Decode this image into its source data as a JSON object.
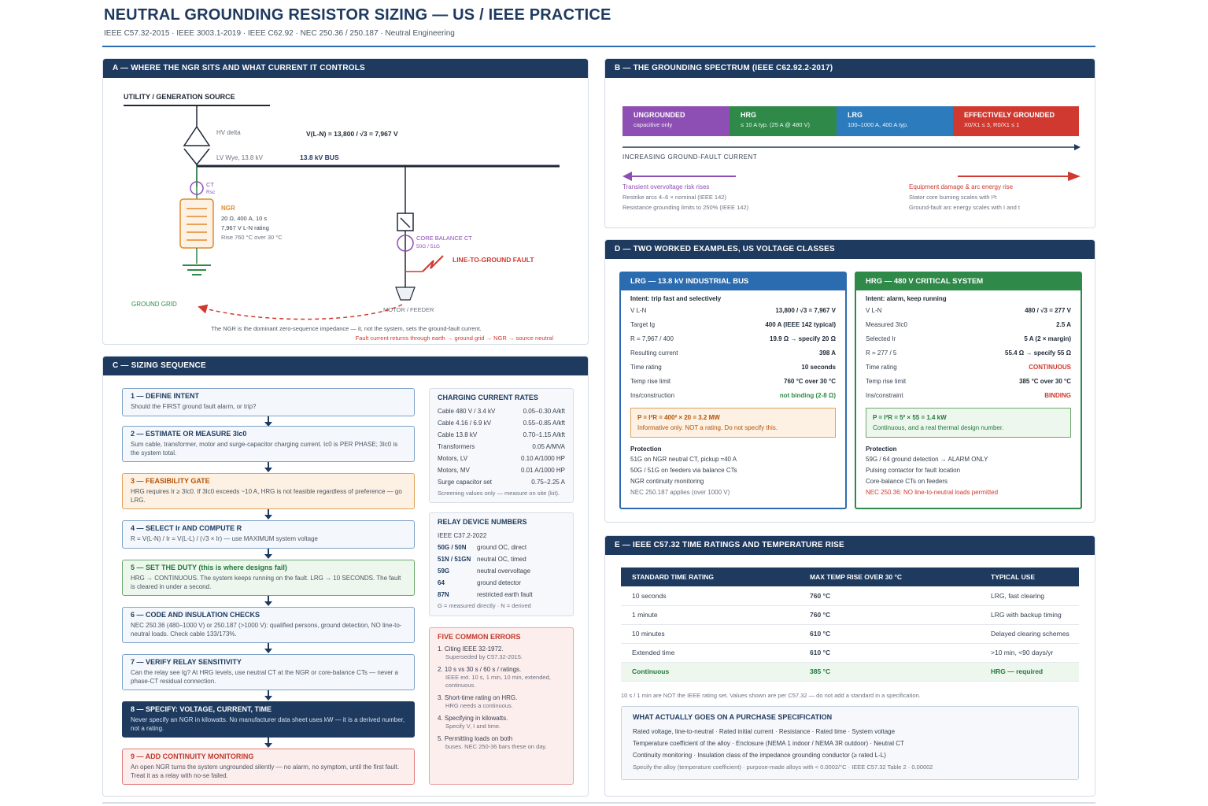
{
  "header": {
    "title": "NEUTRAL GROUNDING RESISTOR SIZING — US / IEEE PRACTICE",
    "subtitle": "IEEE C57.32-2015 · IEEE 3003.1-2019 · IEEE C62.92 · NEC 250.36 / 250.187 · Neutral Engineering"
  },
  "panel_a": {
    "title": "A — WHERE THE NGR SITS AND WHAT CURRENT IT CONTROLS",
    "source_label": "UTILITY / GENERATION SOURCE",
    "hv_label": "HV delta",
    "lv_label": "LV Wye, 13.8 kV",
    "voltage_eq": "V(L-N) = 13,800 / √3 = 7,967 V",
    "bus_label": "13.8 kV BUS",
    "ct_label": "CT",
    "ct_sub": "Rsc",
    "ngr_label": "NGR",
    "ngr_l1": "20 Ω, 400 A, 10 s",
    "ngr_l2": "7,967 V L-N rating",
    "ngr_l3": "Rise 760 °C over 30 °C",
    "cbct_label": "CORE BALANCE CT",
    "cbct_sub": "50G / 51G",
    "fault_label": "LINE-TO-GROUND FAULT",
    "feeder_label": "MOTOR / FEEDER",
    "grid_label": "GROUND GRID",
    "path_note": "Fault current returns through earth → ground grid → NGR → source neutral",
    "footer": "The NGR is the dominant zero-sequence impedance — it, not the system, sets the ground-fault current."
  },
  "panel_b": {
    "title": "B — THE GROUNDING SPECTRUM (IEEE C62.92.2-2017)",
    "segments": [
      {
        "name": "UNGROUNDED",
        "desc": "capacitive only",
        "color": "#8e4fb5"
      },
      {
        "name": "HRG",
        "desc": "≤ 10 A typ. (25 A @ 480 V)",
        "color": "#2f8a4a"
      },
      {
        "name": "LRG",
        "desc": "100–1000 A, 400 A typ.",
        "color": "#2b7bbd"
      },
      {
        "name": "EFFECTIVELY GROUNDED",
        "desc": "X0/X1 ≤ 3, R0/X1 ≤ 1",
        "color": "#d0392f"
      }
    ],
    "axis_label": "INCREASING GROUND-FAULT CURRENT",
    "left_head": "Transient overvoltage risk rises",
    "left_l1": "Restrike arcs 4–6 × nominal (IEEE 142)",
    "left_l2": "Resistance grounding limits to 250% (IEEE 142)",
    "right_head": "Equipment damage & arc energy rise",
    "right_l1": "Stator core burning scales with I²t",
    "right_l2": "Ground-fault arc energy scales with I and t"
  },
  "panel_c": {
    "title": "C — SIZING SEQUENCE",
    "steps": [
      {
        "title": "1 — DEFINE INTENT",
        "desc": "Should the FIRST ground fault alarm, or trip?",
        "kind": "norm"
      },
      {
        "title": "2 — ESTIMATE OR MEASURE 3Ic0",
        "desc": "Sum cable, transformer, motor and surge-capacitor charging current. Ic0 is PER PHASE; 3Ic0 is the system total.",
        "kind": "norm"
      },
      {
        "title": "3 — FEASIBILITY GATE",
        "desc": "HRG requires Ir ≥ 3Ic0. If 3Ic0 exceeds ~10 A, HRG is not feasible regardless of preference — go LRG.",
        "kind": "gate"
      },
      {
        "title": "4 — SELECT Ir AND COMPUTE R",
        "desc": "R = V(L-N) / Ir = V(L-L) / (√3 × Ir) — use MAXIMUM system voltage",
        "kind": "norm"
      },
      {
        "title": "5 — SET THE DUTY (this is where designs fail)",
        "desc": "HRG → CONTINUOUS. The system keeps running on the fault. LRG → 10 SECONDS. The fault is cleared in under a second.",
        "kind": "duty"
      },
      {
        "title": "6 — CODE AND INSULATION CHECKS",
        "desc": "NEC 250.36 (480–1000 V) or 250.187 (>1000 V): qualified persons, ground detection, NO line-to-neutral loads. Check cable 133/173%.",
        "kind": "norm"
      },
      {
        "title": "7 — VERIFY RELAY SENSITIVITY",
        "desc": "Can the relay see Ig? At HRG levels, use neutral CT at the NGR or core-balance CTs — never a phase-CT residual connection.",
        "kind": "norm"
      },
      {
        "title": "8 — SPECIFY: VOLTAGE, CURRENT, TIME",
        "desc": "Never specify an NGR in kilowatts. No manufacturer data sheet uses kW — it is a derived number, not a rating.",
        "kind": "dark"
      },
      {
        "title": "9 — ADD CONTINUITY MONITORING",
        "desc": "An open NGR turns the system ungrounded silently — no alarm, no symptom, until the first fault. Treat it as a relay with no-se failed.",
        "kind": "red"
      }
    ],
    "charging": {
      "title": "CHARGING CURRENT RATES",
      "rows": [
        {
          "k": "Cable 480 V / 3.4 kV",
          "v": "0.05–0.30 A/kft"
        },
        {
          "k": "Cable 4.16 / 6.9 kV",
          "v": "0.55–0.85 A/kft"
        },
        {
          "k": "Cable 13.8 kV",
          "v": "0.70–1.15 A/kft"
        },
        {
          "k": "Transformers",
          "v": "0.05 A/MVA"
        },
        {
          "k": "Motors, LV",
          "v": "0.10 A/1000 HP"
        },
        {
          "k": "Motors, MV",
          "v": "0.01 A/1000 HP"
        },
        {
          "k": "Surge capacitor set",
          "v": "0.75–2.25 A"
        }
      ],
      "note": "Screening values only — measure on site (kit)."
    },
    "relays": {
      "title": "RELAY DEVICE NUMBERS",
      "std": "IEEE C37.2-2022",
      "rows": [
        {
          "k": "50G / 50N",
          "v": "ground OC, direct"
        },
        {
          "k": "51N / 51GN",
          "v": "neutral OC, timed"
        },
        {
          "k": "59G",
          "v": "neutral overvoltage"
        },
        {
          "k": "64",
          "v": "ground detector"
        },
        {
          "k": "87N",
          "v": "restricted earth fault"
        }
      ],
      "note": "G = measured directly · N = derived"
    },
    "errors": {
      "title": "FIVE COMMON ERRORS",
      "items": [
        {
          "t": "1. Citing IEEE 32-1972.",
          "d": "Superseded by C57.32-2015."
        },
        {
          "t": "2. 10 s vs 30 s / 60 s / ratings.",
          "d": "IEEE ext. 10 s, 1 min, 10 min, extended, continuous."
        },
        {
          "t": "3. Short-time rating on HRG.",
          "d": "HRG needs a continuous."
        },
        {
          "t": "4. Specifying in kilowatts.",
          "d": "Specify V, I and time."
        },
        {
          "t": "5. Permitting loads on both",
          "d": "buses. NEC 250-36 bars these on day."
        }
      ]
    }
  },
  "panel_d": {
    "title": "D — TWO WORKED EXAMPLES, US VOLTAGE CLASSES",
    "lrg": {
      "title": "LRG — 13.8 kV INDUSTRIAL BUS",
      "intent": "Intent: trip fast and selectively",
      "rows": [
        {
          "k": "V L-N",
          "v": "13,800 / √3 = 7,967 V"
        },
        {
          "k": "Target Ig",
          "v": "400 A (IEEE 142 typical)"
        },
        {
          "k": "R = 7,967 / 400",
          "v": "19.9 Ω → specify 20 Ω"
        },
        {
          "k": "Resulting current",
          "v": "398 A"
        },
        {
          "k": "Time rating",
          "v": "10 seconds"
        },
        {
          "k": "Temp rise limit",
          "v": "760 °C over 30 °C"
        },
        {
          "k": "Ins/construction",
          "v": "not binding (2-8 Ω)"
        }
      ],
      "box1": "P = I²R = 400² × 20 = 3.2 MW",
      "box2": "Informative only. NOT a rating. Do not specify this.",
      "prot_title": "Protection",
      "prot": [
        "51G on NGR neutral CT, pickup ≈40 A",
        "50G / 51G on feeders via balance CTs",
        "NGR continuity monitoring"
      ],
      "foot": "NEC 250.187 applies (over 1000 V)"
    },
    "hrg": {
      "title": "HRG — 480 V CRITICAL SYSTEM",
      "intent": "Intent: alarm, keep running",
      "rows": [
        {
          "k": "V L-N",
          "v": "480 / √3 = 277 V"
        },
        {
          "k": "Measured 3Ic0",
          "v": "2.5 A"
        },
        {
          "k": "Selected Ir",
          "v": "5 A (2 × margin)"
        },
        {
          "k": "R = 277 / 5",
          "v": "55.4 Ω → specify 55 Ω"
        },
        {
          "k": "Time rating",
          "v": "CONTINUOUS"
        },
        {
          "k": "Temp rise limit",
          "v": "385 °C over 30 °C"
        },
        {
          "k": "Ins/constraint",
          "v": "BINDING"
        }
      ],
      "box1": "P = I²R = 5² × 55 = 1.4 kW",
      "box2": "Continuous, and a real thermal design number.",
      "prot_title": "Protection",
      "prot": [
        "59G / 64 ground detection → ALARM ONLY",
        "Pulsing contactor for fault location",
        "Core-balance CTs on feeders"
      ],
      "foot": "NEC 250.36: NO line-to-neutral loads permitted"
    }
  },
  "panel_e": {
    "title": "E — IEEE C57.32 TIME RATINGS AND TEMPERATURE RISE",
    "headers": [
      "STANDARD TIME RATING",
      "MAX TEMP RISE OVER 30 °C",
      "TYPICAL USE"
    ],
    "rows": [
      [
        "10 seconds",
        "760 °C",
        "LRG, fast clearing"
      ],
      [
        "1 minute",
        "760 °C",
        "LRG with backup timing"
      ],
      [
        "10 minutes",
        "610 °C",
        "Delayed clearing schemes"
      ],
      [
        "Extended time",
        "610 °C",
        ">10 min, <90 days/yr"
      ],
      [
        "Continuous",
        "385 °C",
        "HRG — required"
      ]
    ],
    "note": "10 s / 1 min are NOT the IEEE rating set. Values shown are per C57.32 — do not add a standard in a specification.",
    "spec_title": "WHAT ACTUALLY GOES ON A PURCHASE SPECIFICATION",
    "spec_lines": [
      "Rated voltage, line-to-neutral · Rated initial current · Resistance · Rated time · System voltage",
      "Temperature coefficient of the alloy · Enclosure (NEMA 1 indoor / NEMA 3R outdoor) · Neutral CT",
      "Continuity monitoring · Insulation class of the impedance grounding conductor (≥ rated L-L)"
    ],
    "spec_note": "Specify the alloy (temperature coefficient) · purpose-made alloys with < 0.0002/°C · IEEE C57.32 Table 2 · 0.00002"
  }
}
